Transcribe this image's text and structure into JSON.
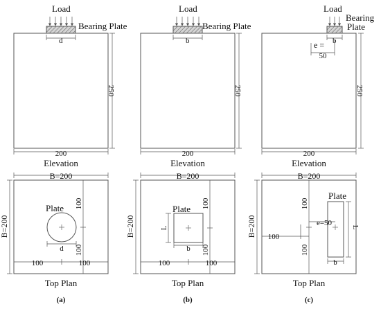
{
  "colors": {
    "line": "#555555",
    "text": "#111111",
    "plate_fill": "#d4d4d4",
    "background": "#ffffff"
  },
  "labels": {
    "load": "Load",
    "bearing_plate": "Bearing Plate",
    "bearing": "Bearing",
    "plate_word": "Plate",
    "plate": "Plate",
    "elevation": "Elevation",
    "top_plan": "Top Plan",
    "height_250": "250",
    "width_200": "200",
    "b_200": "B=200",
    "d": "d",
    "b": "b",
    "L": "L",
    "val_100": "100",
    "e_eq": "e =",
    "e_val": "50",
    "e_eq_50": "e=50"
  },
  "panels": [
    {
      "id": "a",
      "caption": "(a)",
      "plate_shape": "circle",
      "plate_dim": "d"
    },
    {
      "id": "b",
      "caption": "(b)",
      "plate_shape": "square",
      "plate_dim": "b"
    },
    {
      "id": "c",
      "caption": "(c)",
      "plate_shape": "rectangle-eccentric",
      "plate_dim": "b",
      "eccentricity": "50"
    }
  ]
}
